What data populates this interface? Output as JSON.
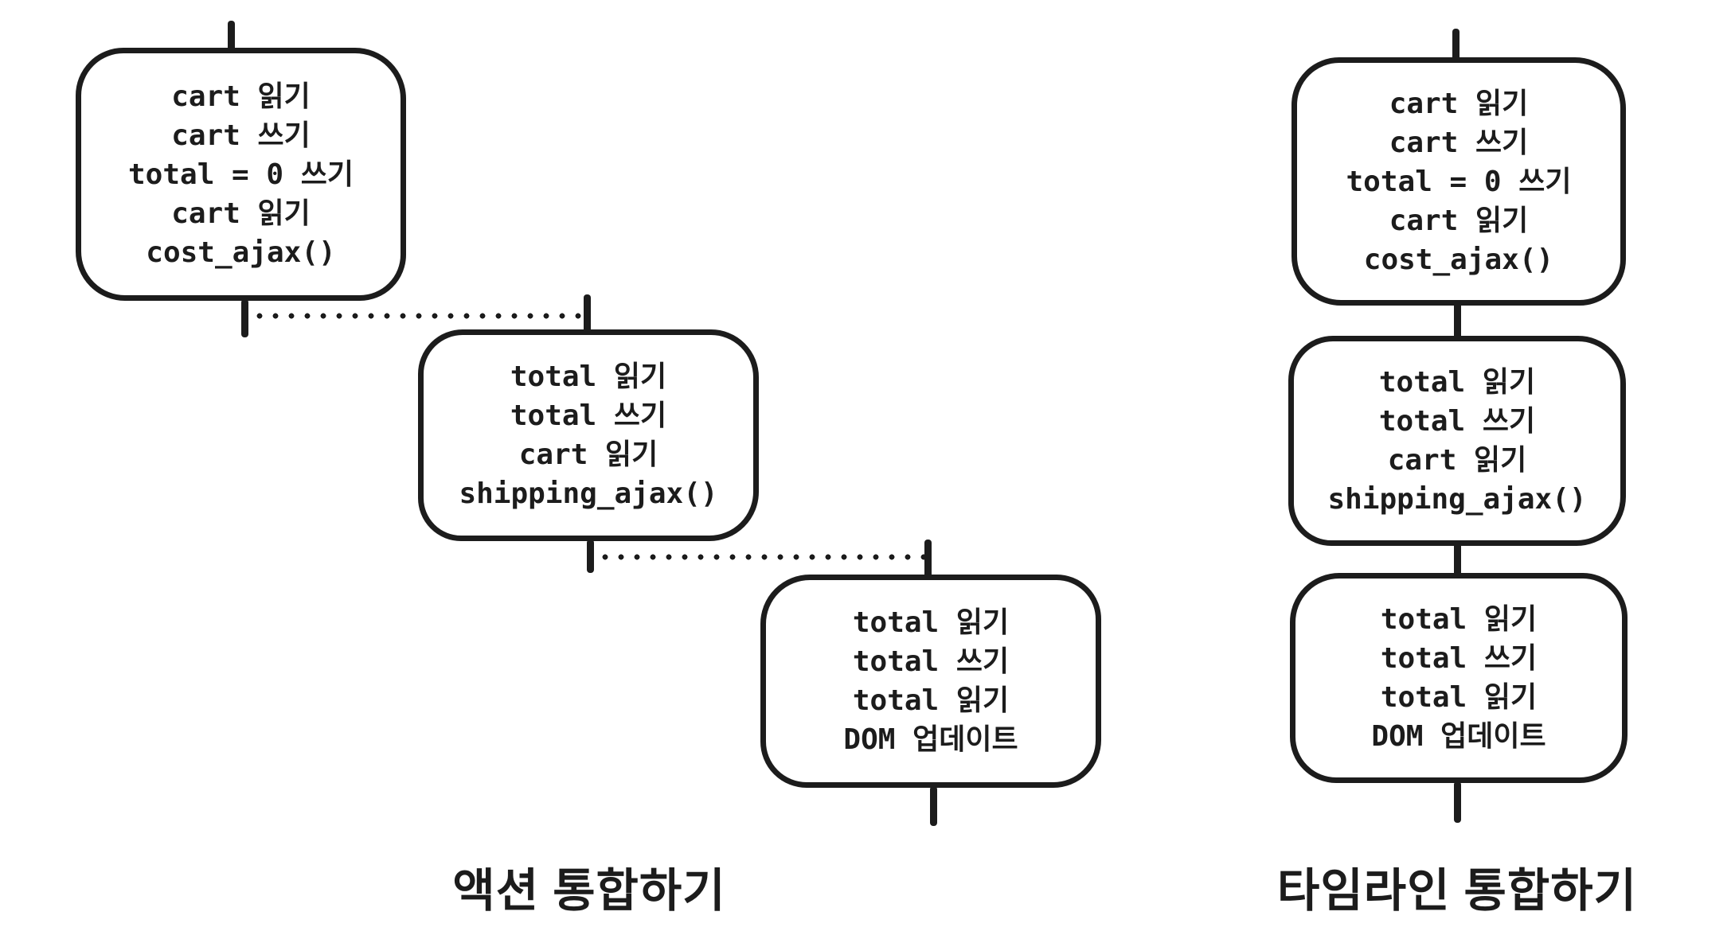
{
  "colors": {
    "ink": "#1c1c1c",
    "background": "#ffffff"
  },
  "left": {
    "caption": "액션 통합하기",
    "boxes": [
      {
        "lines": [
          "cart 읽기",
          "cart 쓰기",
          "total = 0 쓰기",
          "cart 읽기",
          "cost_ajax()"
        ]
      },
      {
        "lines": [
          "total 읽기",
          "total 쓰기",
          "cart 읽기",
          "shipping_ajax()"
        ]
      },
      {
        "lines": [
          "total 읽기",
          "total 쓰기",
          "total 읽기",
          "DOM 업데이트"
        ]
      }
    ]
  },
  "right": {
    "caption": "타임라인 통합하기",
    "boxes": [
      {
        "lines": [
          "cart 읽기",
          "cart 쓰기",
          "total = 0 쓰기",
          "cart 읽기",
          "cost_ajax()"
        ]
      },
      {
        "lines": [
          "total 읽기",
          "total 쓰기",
          "cart 읽기",
          "shipping_ajax()"
        ]
      },
      {
        "lines": [
          "total 읽기",
          "total 쓰기",
          "total 읽기",
          "DOM 업데이트"
        ]
      }
    ]
  }
}
